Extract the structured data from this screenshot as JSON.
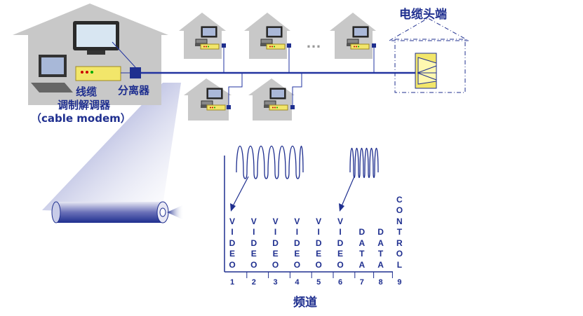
{
  "labels": {
    "headend": "电缆头端",
    "modem_line1": "线缆",
    "modem_line2": "调制解调器",
    "modem_line3": "（cable modem）",
    "splitter": "分离器",
    "ellipsis": "…",
    "channel_axis": "频道"
  },
  "channels": [
    {
      "number": "1",
      "letters": [
        "V",
        "I",
        "D",
        "E",
        "O"
      ]
    },
    {
      "number": "2",
      "letters": [
        "V",
        "I",
        "D",
        "E",
        "O"
      ]
    },
    {
      "number": "3",
      "letters": [
        "V",
        "I",
        "D",
        "E",
        "O"
      ]
    },
    {
      "number": "4",
      "letters": [
        "V",
        "I",
        "D",
        "E",
        "O"
      ]
    },
    {
      "number": "5",
      "letters": [
        "V",
        "I",
        "D",
        "E",
        "O"
      ]
    },
    {
      "number": "6",
      "letters": [
        "V",
        "I",
        "D",
        "E",
        "O"
      ]
    },
    {
      "number": "7",
      "letters": [
        "D",
        "A",
        "T",
        "A"
      ]
    },
    {
      "number": "8",
      "letters": [
        "D",
        "A",
        "T",
        "A"
      ]
    },
    {
      "number": "9",
      "letters": [
        "C",
        "O",
        "N",
        "T",
        "R",
        "O",
        "L"
      ]
    }
  ],
  "colors": {
    "ink": "#1f2f8f",
    "house": "#c8c8c8",
    "cable": "#2233a0",
    "modem": "#f2e66a"
  }
}
